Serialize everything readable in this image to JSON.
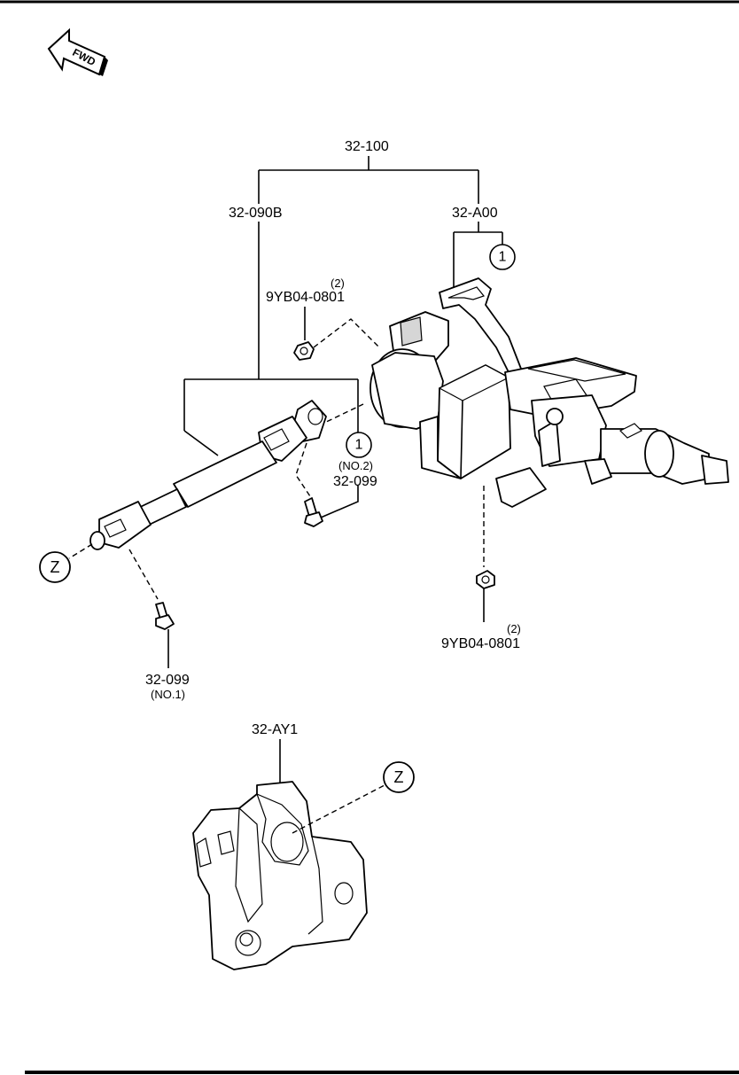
{
  "fwd_label": "FWD",
  "callouts": {
    "assembly": "32-100",
    "shaft": "32-090B",
    "column": "32-A00",
    "nut_top": {
      "qty": "(2)",
      "part": "9YB04-0801"
    },
    "bolt_no2": {
      "note": "(NO.2)",
      "part": "32-099"
    },
    "bolt_no1": {
      "part": "32-099",
      "note": "(NO.1)"
    },
    "nut_bottom": {
      "qty": "(2)",
      "part": "9YB04-0801"
    },
    "cover": "32-AY1"
  },
  "markers": {
    "circle_one": "1",
    "circle_z": "Z"
  }
}
